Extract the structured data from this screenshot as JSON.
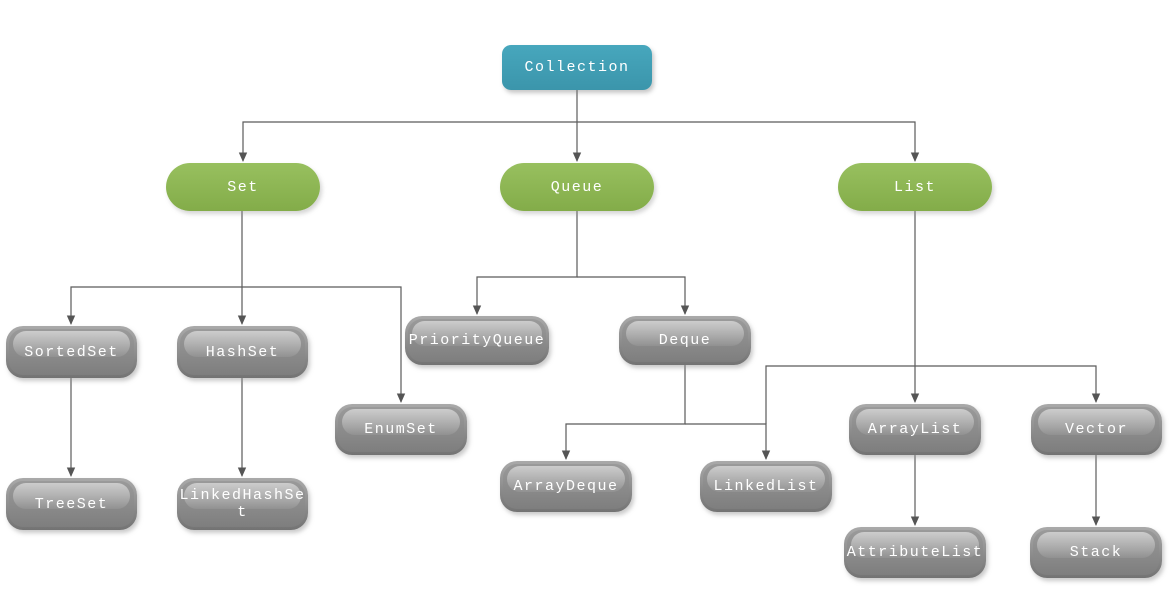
{
  "diagram": {
    "nodes": [
      {
        "id": "collection",
        "label": "Collection",
        "kind": "root"
      },
      {
        "id": "set",
        "label": "Set",
        "kind": "branch"
      },
      {
        "id": "queue",
        "label": "Queue",
        "kind": "branch"
      },
      {
        "id": "list",
        "label": "List",
        "kind": "branch"
      },
      {
        "id": "sortedset",
        "label": "SortedSet",
        "kind": "leaf"
      },
      {
        "id": "hashset",
        "label": "HashSet",
        "kind": "leaf"
      },
      {
        "id": "priorityqueue",
        "label": "PriorityQueue",
        "kind": "leaf"
      },
      {
        "id": "deque",
        "label": "Deque",
        "kind": "leaf"
      },
      {
        "id": "enumset",
        "label": "EnumSet",
        "kind": "leaf"
      },
      {
        "id": "treeset",
        "label": "TreeSet",
        "kind": "leaf"
      },
      {
        "id": "linkedhashset",
        "label": "LinkedHashSet",
        "kind": "leaf"
      },
      {
        "id": "arraydeque",
        "label": "ArrayDeque",
        "kind": "leaf"
      },
      {
        "id": "linkedlist",
        "label": "LinkedList",
        "kind": "leaf"
      },
      {
        "id": "arraylist",
        "label": "ArrayList",
        "kind": "leaf"
      },
      {
        "id": "vector",
        "label": "Vector",
        "kind": "leaf"
      },
      {
        "id": "attributelist",
        "label": "AttributeList",
        "kind": "leaf"
      },
      {
        "id": "stack",
        "label": "Stack",
        "kind": "leaf"
      }
    ],
    "edges": [
      {
        "from": "Collection",
        "to": "Set"
      },
      {
        "from": "Collection",
        "to": "Queue"
      },
      {
        "from": "Collection",
        "to": "List"
      },
      {
        "from": "Set",
        "to": "SortedSet"
      },
      {
        "from": "Set",
        "to": "HashSet"
      },
      {
        "from": "Set",
        "to": "EnumSet"
      },
      {
        "from": "SortedSet",
        "to": "TreeSet"
      },
      {
        "from": "HashSet",
        "to": "LinkedHashSet"
      },
      {
        "from": "Queue",
        "to": "PriorityQueue"
      },
      {
        "from": "Queue",
        "to": "Deque"
      },
      {
        "from": "Deque",
        "to": "ArrayDeque"
      },
      {
        "from": "Deque",
        "to": "LinkedList"
      },
      {
        "from": "List",
        "to": "LinkedList"
      },
      {
        "from": "List",
        "to": "ArrayList"
      },
      {
        "from": "List",
        "to": "Vector"
      },
      {
        "from": "ArrayList",
        "to": "AttributeList"
      },
      {
        "from": "Vector",
        "to": "Stack"
      }
    ],
    "colors": {
      "root_fill": "#3f9fb6",
      "branch_fill": "#8cb652",
      "leaf_fill": "#8a8a8a",
      "connector": "#5b5b5b",
      "label_text": "#ffffff",
      "background": "#ffffff"
    }
  }
}
